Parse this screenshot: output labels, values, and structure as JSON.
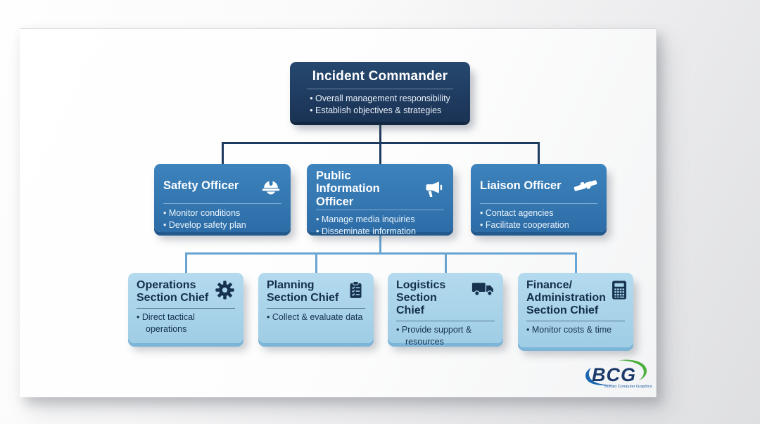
{
  "diagram": {
    "title": "Incident Command System organization chart",
    "root": {
      "id": "incident-commander",
      "title": "Incident Commander",
      "title_lines": [
        "Incident Commander"
      ],
      "bullets": [
        "Overall management responsibility",
        "Establish objectives & strategies"
      ]
    },
    "officers": [
      {
        "id": "safety-officer",
        "title": "Safety Officer",
        "title_lines": [
          "Safety Officer"
        ],
        "icon": "hard-hat-icon",
        "bullets": [
          "Monitor conditions",
          "Develop safety plan"
        ]
      },
      {
        "id": "public-information-officer",
        "title": "Public Information Officer",
        "title_lines": [
          "Public Information",
          "Officer"
        ],
        "icon": "megaphone-icon",
        "bullets": [
          "Manage media inquiries",
          "Disseminate information"
        ]
      },
      {
        "id": "liaison-officer",
        "title": "Liaison Officer",
        "title_lines": [
          "Liaison Officer"
        ],
        "icon": "handshake-icon",
        "bullets": [
          "Contact agencies",
          "Facilitate cooperation"
        ]
      }
    ],
    "sections": [
      {
        "id": "operations-section-chief",
        "title": "Operations Section Chief",
        "title_lines": [
          "Operations",
          "Section Chief"
        ],
        "icon": "gear-icon",
        "bullets": [
          "Direct tactical operations"
        ]
      },
      {
        "id": "planning-section-chief",
        "title": "Planning Section Chief",
        "title_lines": [
          "Planning",
          "Section Chief"
        ],
        "icon": "clipboard-icon",
        "bullets": [
          "Collect & evaluate data"
        ]
      },
      {
        "id": "logistics-section-chief",
        "title": "Logistics Section Chief",
        "title_lines": [
          "Logistics",
          "Section Chief"
        ],
        "icon": "truck-icon",
        "bullets": [
          "Provide support & resources"
        ]
      },
      {
        "id": "finance-administration-section-chief",
        "title": "Finance/Administration Section Chief",
        "title_lines": [
          "Finance/",
          "Administration",
          "Section Chief"
        ],
        "icon": "calculator-icon",
        "bullets": [
          "Monitor costs & time"
        ]
      }
    ]
  },
  "logo": {
    "text": "BCG",
    "subtext": "Buffalo Computer Graphics"
  },
  "colors": {
    "level1_box": "#1f3a5e",
    "level2_box": "#3480ba",
    "level3_box": "#aad5ea",
    "level1_connector": "#1d3a5f",
    "level2_connector": "#68a4d2",
    "level3_text": "#16324f",
    "logo_blue": "#1c66b0",
    "logo_green": "#4caf3e",
    "logo_text": "#1b3a6b"
  }
}
